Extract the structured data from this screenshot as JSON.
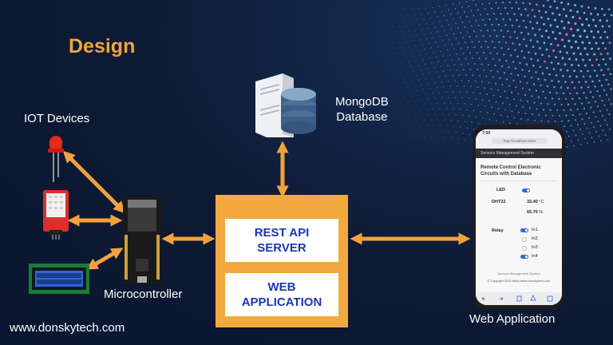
{
  "title": "Design",
  "labels": {
    "iot": "IOT Devices",
    "micro": "Microcontroller",
    "db": [
      "MongoDB",
      "Database"
    ],
    "webapp": "Web Application",
    "site": "www.donskytech.com"
  },
  "server_box": {
    "rest": [
      "REST API",
      "SERVER"
    ],
    "web": [
      "WEB",
      "APPLICATION"
    ]
  },
  "phone": {
    "status_time": "7:59",
    "url": "http://localhost:3000",
    "app_title": "Sensors Management System",
    "card_title": [
      "Remote Control Electronic",
      "Circuits with Database"
    ],
    "led": "LED",
    "dht": "DHT22",
    "temp": "33.40",
    "temp_unit": "°C",
    "hum": "65.70",
    "hum_unit": "%",
    "relay": "Relay",
    "relays": [
      "In1",
      "In2",
      "In3",
      "In4"
    ],
    "footer1": "Sensors Management System",
    "footer2": "© Copyright 2022 https://www.donskytech.com"
  },
  "colors": {
    "accent": "#f3a43a",
    "arrow": "#f4a13c",
    "box_text": "#1b35b7",
    "background": "#0e1a33"
  },
  "icons": [
    "led-icon",
    "dht22-sensor-icon",
    "lcd-display-icon",
    "microcontroller-board-icon",
    "database-server-icon",
    "smartphone-icon"
  ]
}
